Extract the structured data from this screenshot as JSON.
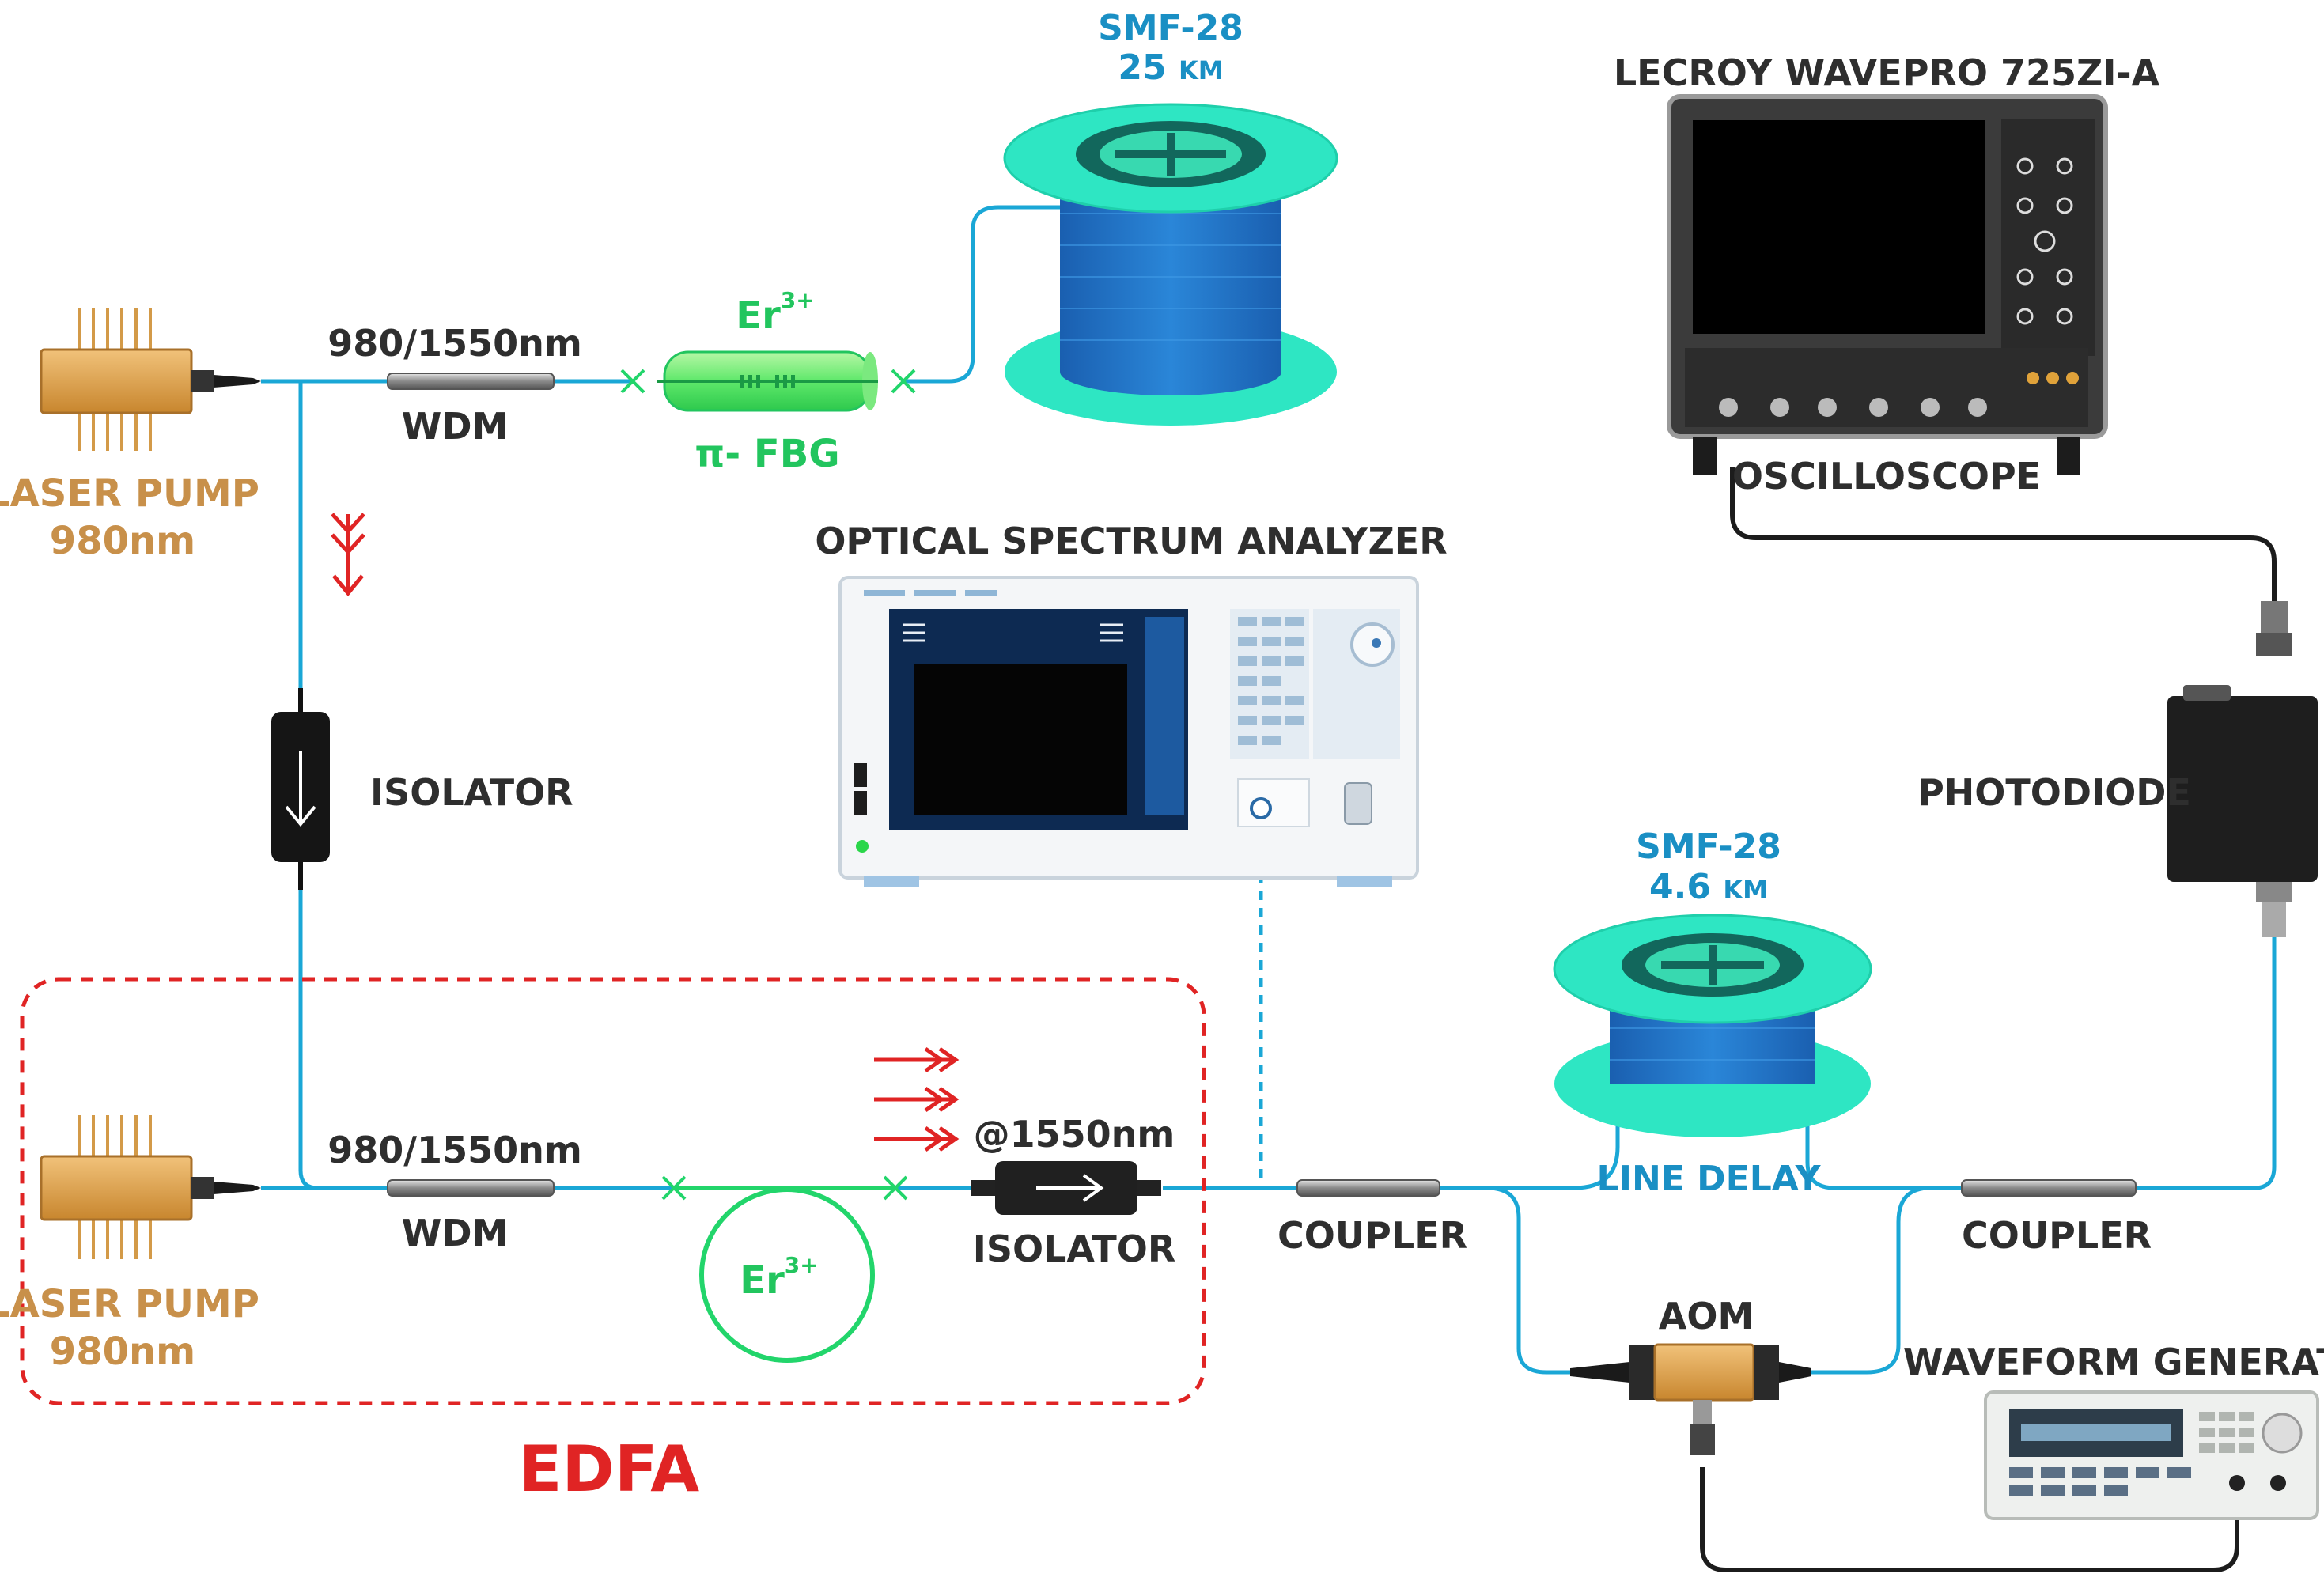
{
  "labels": {
    "smf_top_name": "SMF-28",
    "smf_top_length": "25",
    "smf_top_unit": "KM",
    "oscilloscope_model": "LECROY WAVEPRO 725ZI-A",
    "oscilloscope": "OSCILLOSCOPE",
    "wdm_top_ratio": "980/1550nm",
    "wdm_top": "WDM",
    "er_top": "Er",
    "er_sup": "3+",
    "fbg": "π- FBG",
    "laser_pump_top": "LASER PUMP",
    "laser_pump_top_wl": "980nm",
    "osa": "OPTICAL SPECTRUM ANALYZER",
    "isolator_left": "ISOLATOR",
    "photodiode": "PHOTODIODE",
    "smf_mid_name": "SMF-28",
    "smf_mid_length": "4.6",
    "smf_mid_unit": "KM",
    "wdm_bottom_ratio": "980/1550nm",
    "wdm_bottom": "WDM",
    "at_1550": "@1550nm",
    "isolator_bottom": "ISOLATOR",
    "er_bottom": "Er",
    "er_bottom_sup": "3+",
    "laser_pump_bottom": "LASER PUMP",
    "laser_pump_bottom_wl": "980nm",
    "coupler_left": "COUPLER",
    "line_delay": "LINE DELAY",
    "coupler_right": "COUPLER",
    "aom": "AOM",
    "waveform_generator": "WAVEFORM GENERATOR",
    "edfa": "EDFA"
  },
  "colors": {
    "fiber": "#1aa7d6",
    "doped_fiber": "#22d56b",
    "edfa_box": "#e02424",
    "pump_arrows": "#e02424",
    "spool_rim": "#2ee6c3",
    "spool_body": "#1f6fc2",
    "laser_body": "#d99a3e"
  }
}
